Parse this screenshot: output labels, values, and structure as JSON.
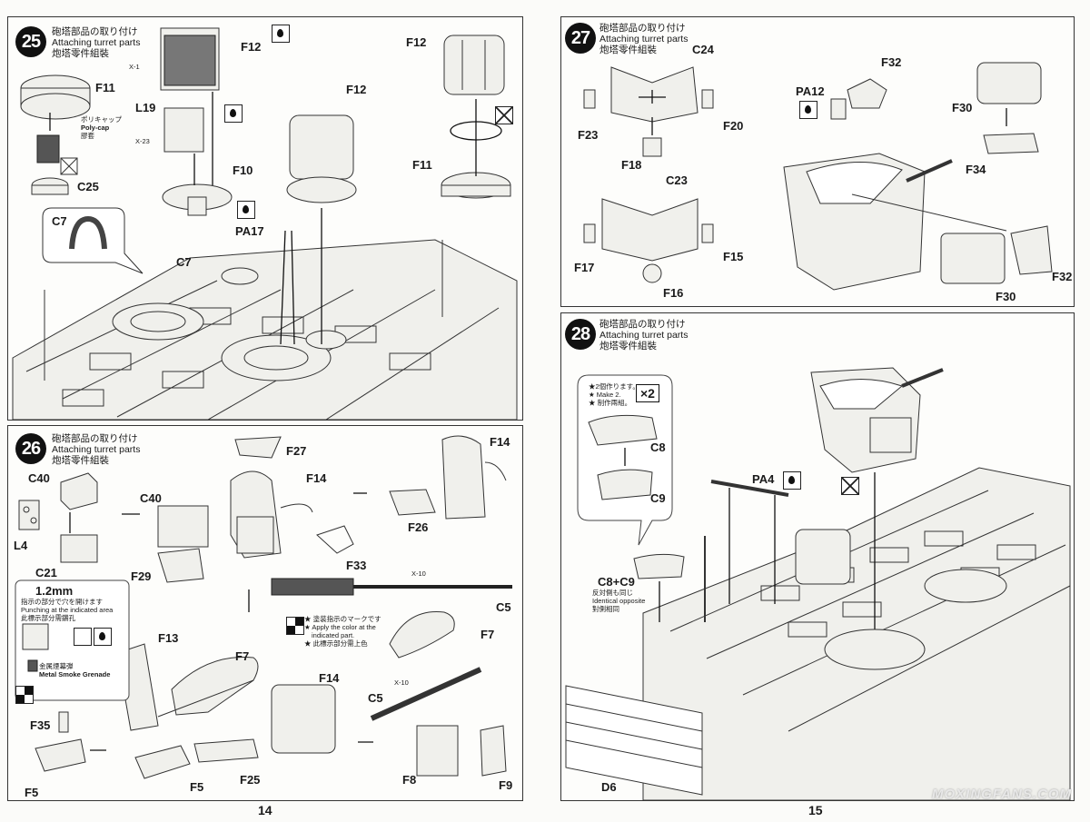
{
  "pages": [
    {
      "number": "14"
    },
    {
      "number": "15"
    }
  ],
  "header": {
    "ja": "砲塔部品の取り付け",
    "en": "Attaching turret parts",
    "zh": "炮塔零件組裝"
  },
  "step25": {
    "number": "25",
    "parts": [
      "F12",
      "X-1",
      "F11",
      "L19",
      "X-23",
      "F10",
      "C25",
      "C7",
      "C7",
      "PA17",
      "F12",
      "F12",
      "F11"
    ],
    "polycap": {
      "ja": "ポリキャップ",
      "en": "Poly-cap",
      "zh": "膠套"
    }
  },
  "step26": {
    "number": "26",
    "parts": [
      "F27",
      "F14",
      "F14",
      "C40",
      "C40",
      "L4",
      "C21",
      "F29",
      "F26",
      "F33",
      "X-10",
      "C5",
      "F13",
      "F7",
      "F7",
      "F14",
      "X-10",
      "C5",
      "F35",
      "F5",
      "F5",
      "F25",
      "F8",
      "F9"
    ],
    "drill": {
      "size": "1.2mm",
      "ja": "指示の部分で穴を開けます",
      "en": "Punching at the indicated area",
      "zh": "此標示部分需鑽孔"
    },
    "grenade": {
      "ja": "金属煙幕弾",
      "en": "Metal Smoke Grenade"
    },
    "paint_note": {
      "ja": "★ 塗装指示のマークです",
      "en1": "★ Apply the color at the",
      "en2": "indicated part.",
      "zh": "★ 此標示部分需上色"
    }
  },
  "step27": {
    "number": "27",
    "parts": [
      "C24",
      "F23",
      "F20",
      "F18",
      "C23",
      "F17",
      "F15",
      "F16",
      "PA12",
      "F32",
      "F30",
      "F34",
      "F32",
      "F30"
    ]
  },
  "step28": {
    "number": "28",
    "make2": {
      "ja": "★2個作ります。",
      "en": "★ Make 2.",
      "zh": "★ 制作兩組。"
    },
    "multiplier": "×2",
    "parts": [
      "C8",
      "C9",
      "PA4",
      "C8+C9",
      "D6"
    ],
    "opposite": {
      "ja": "反対側も同じ",
      "en": "Identical opposite",
      "zh": "對側相同"
    }
  },
  "watermark": "MOXINGFANS.COM"
}
